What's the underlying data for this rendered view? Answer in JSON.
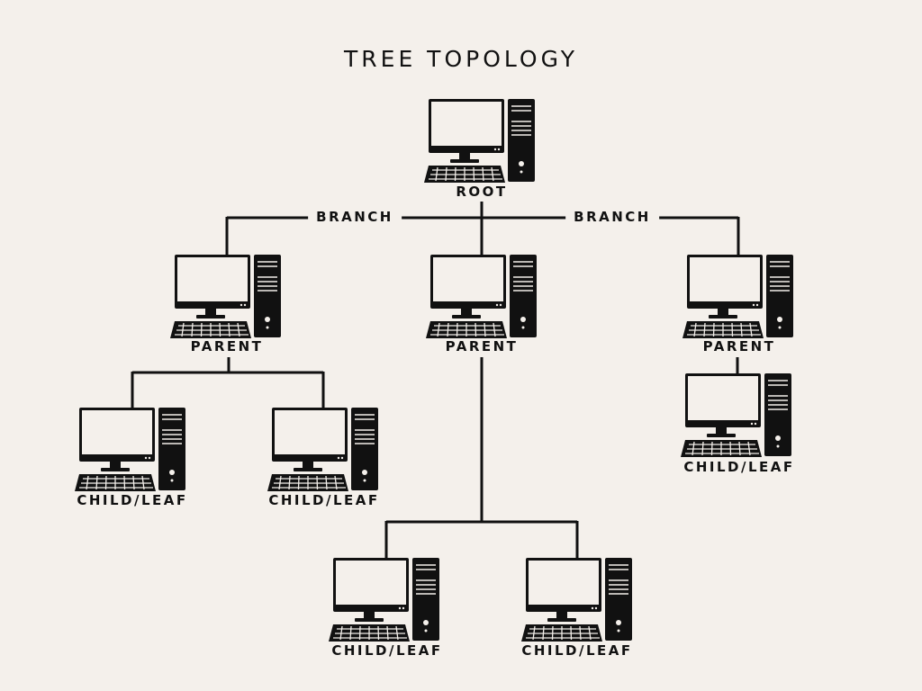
{
  "title": "TREE TOPOLOGY",
  "branch_left": "BRANCH",
  "branch_right": "BRANCH",
  "nodes": {
    "root": "ROOT",
    "parent_left": "PARENT",
    "parent_center": "PARENT",
    "parent_right": "PARENT",
    "leaf_1": "CHILD/LEAF",
    "leaf_2": "CHILD/LEAF",
    "leaf_3": "CHILD/LEAF",
    "leaf_4": "CHILD/LEAF",
    "leaf_5": "CHILD/LEAF"
  },
  "colors": {
    "background": "#f4f0eb",
    "ink": "#111111"
  }
}
